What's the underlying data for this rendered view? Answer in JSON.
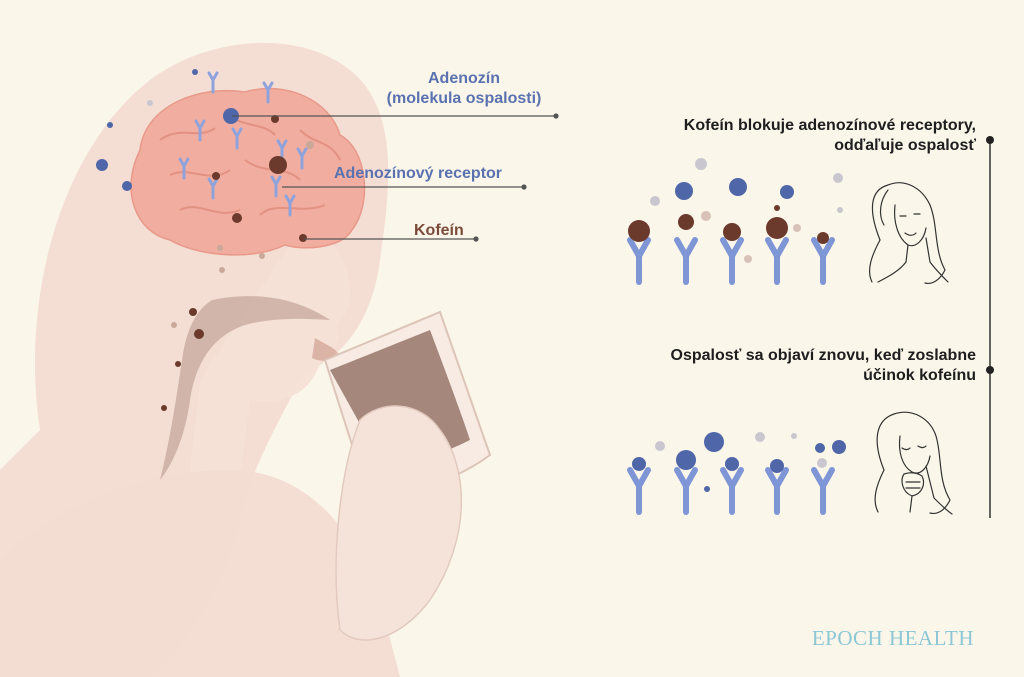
{
  "labels": {
    "adenosine_line1": "Adenozín",
    "adenosine_line2": "(molekula ospalosti)",
    "receptor": "Adenozínový receptor",
    "caffeine": "Kofeín"
  },
  "captions": {
    "top_line1": "Kofeín blokuje adenozínové receptory,",
    "top_line2": "odďaľuje ospalosť",
    "bottom_line1": "Ospalosť sa objaví znovu, keď  zoslabne",
    "bottom_line2": "účinok kofeínu"
  },
  "brand": "EPOCH HEALTH",
  "colors": {
    "background": "#fbf6ea",
    "adenosine": "#4f66a8",
    "caffeine": "#6b3a2c",
    "receptor": "#7f96d6",
    "brain": "#f1a89a",
    "figure": "#f2d9cf",
    "faded_molecule": "#c9c6cf",
    "brand": "#8cc7d6"
  }
}
